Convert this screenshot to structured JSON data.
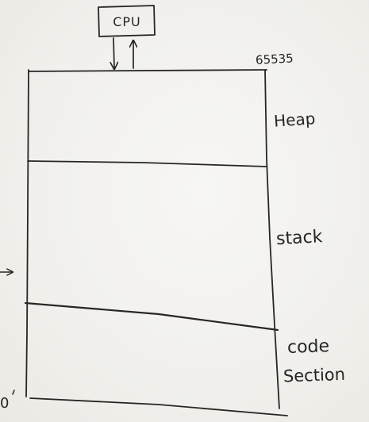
{
  "diagram": {
    "cpu_label": "CPU",
    "top_address": "65535",
    "bottom_address": "0",
    "sections": {
      "heap": "Heap",
      "stack": "stack",
      "code_line1": "code",
      "code_line2": "Section"
    }
  }
}
